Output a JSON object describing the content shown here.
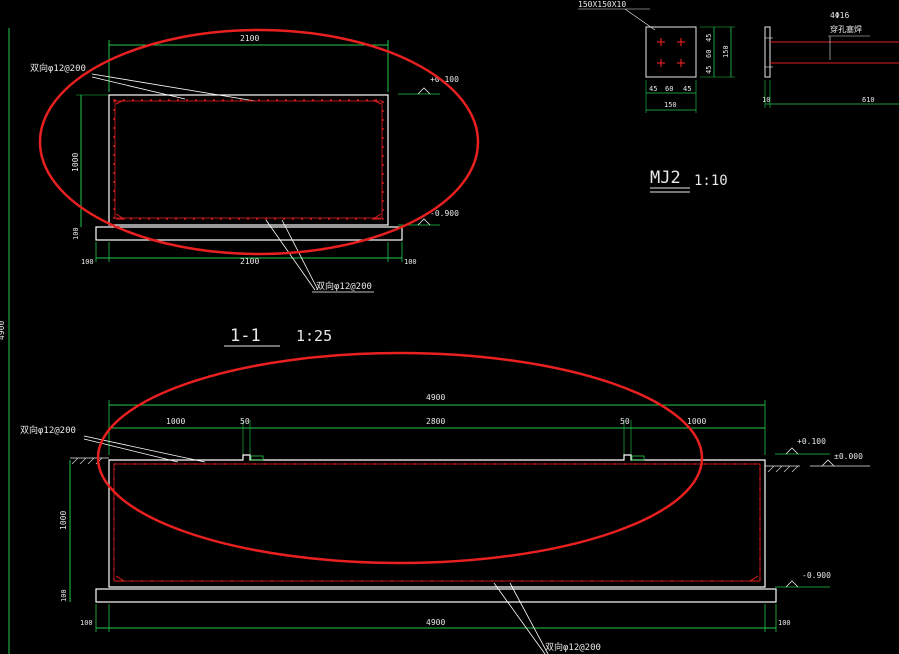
{
  "colors": {
    "background": "#000000",
    "outline": "#ffffff",
    "dimension": "#22c84a",
    "rebar": "#e02020",
    "highlight": "#e82020",
    "text": "#e8e8e8"
  },
  "top_section": {
    "top_dim": "2100",
    "rebar_top_label": "双向φ12@200",
    "rebar_bottom_label": "双向φ12@200",
    "level_top": "+0.100",
    "level_bottom": "-0.900",
    "height_dim": "1000",
    "base_dim": "100",
    "bottom_left_dim": "100",
    "bottom_mid_dim": "2100",
    "bottom_right_dim": "100"
  },
  "section_label": {
    "name": "1-1",
    "scale": "1:25"
  },
  "detail": {
    "plate_label": "150X150X10",
    "dim_45_a": "45",
    "dim_60_a": "60",
    "dim_45_b": "45",
    "dim_150_a": "150",
    "dim_45_c": "45",
    "dim_60_b": "60",
    "dim_45_d": "45",
    "dim_150_b": "150",
    "bar_label": "4Φ16",
    "bar_sublabel": "穿孔塞焊",
    "dim_10": "10",
    "dim_610": "610",
    "mj_name": "MJ2",
    "mj_scale": "1:10"
  },
  "bottom_section": {
    "total_dim": "4900",
    "dim_1000": "1000",
    "dim_50_a": "50",
    "dim_2800": "2800",
    "dim_50_b": "50",
    "dim_1000_b": "1000",
    "rebar_top_label": "双向φ12@200",
    "rebar_bottom_label": "双向φ12@200",
    "level_top": "+0.100",
    "level_ground": "±0.000",
    "level_bottom": "-0.900",
    "height_dim": "1000",
    "base_dim": "100",
    "bottom_left_dim": "100",
    "bottom_mid_dim": "4900",
    "bottom_right_dim": "100"
  },
  "left_edge_dim": "4900"
}
